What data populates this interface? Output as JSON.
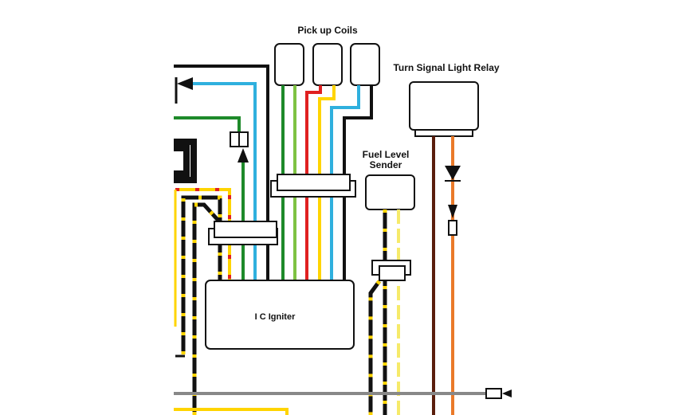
{
  "diagram": {
    "type": "wiring-diagram",
    "labels": {
      "pickup_coils": "Pick up Coils",
      "turn_signal_relay": "Turn Signal Light Relay",
      "fuel_level_sender_line1": "Fuel Level",
      "fuel_level_sender_line2": "Sender",
      "ic_igniter": "I C Igniter"
    },
    "components": [
      {
        "id": "pickup-coil-1",
        "kind": "coil"
      },
      {
        "id": "pickup-coil-2",
        "kind": "coil"
      },
      {
        "id": "pickup-coil-3",
        "kind": "coil"
      },
      {
        "id": "turn-signal-relay",
        "kind": "relay"
      },
      {
        "id": "fuel-level-sender",
        "kind": "sender"
      },
      {
        "id": "ic-igniter",
        "kind": "igniter"
      },
      {
        "id": "upper-connector",
        "kind": "connector"
      },
      {
        "id": "left-connector",
        "kind": "connector"
      },
      {
        "id": "fuel-connector",
        "kind": "connector"
      },
      {
        "id": "diode",
        "kind": "diode"
      }
    ],
    "wire_colors": {
      "black": "#111111",
      "blue": "#2fb0de",
      "green": "#1e8a2a",
      "light_green": "#7ec242",
      "red": "#e02020",
      "yellow": "#ffd400",
      "brown": "#5a1e0c",
      "orange": "#ea7a2a",
      "gray": "#888888",
      "pale_yellow": "#f6ea6a"
    }
  }
}
